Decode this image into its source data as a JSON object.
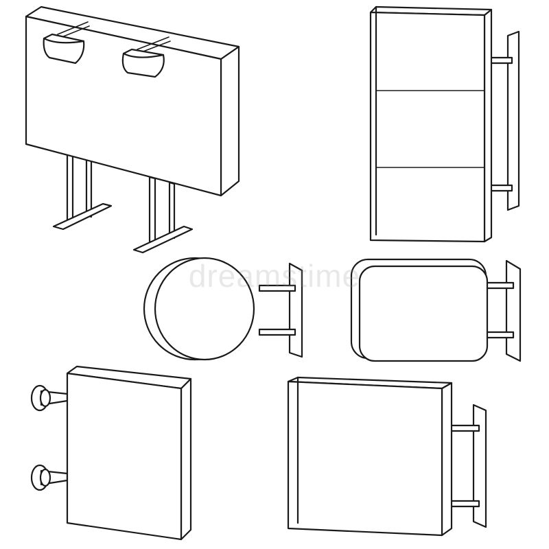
{
  "illustration": {
    "signs": [
      {
        "name": "billboard-with-lamps",
        "kind": "billboard"
      },
      {
        "name": "vertical-three-panel-sign",
        "kind": "hanging-sign"
      },
      {
        "name": "round-sign",
        "kind": "hanging-sign"
      },
      {
        "name": "rounded-rectangle-sign",
        "kind": "hanging-sign"
      },
      {
        "name": "wall-mounted-box-sign",
        "kind": "wall-sign"
      },
      {
        "name": "square-box-sign",
        "kind": "hanging-sign"
      }
    ],
    "line_color": "#1a1a1a",
    "background": "#ffffff"
  },
  "watermark": {
    "text": "dreamstime"
  }
}
